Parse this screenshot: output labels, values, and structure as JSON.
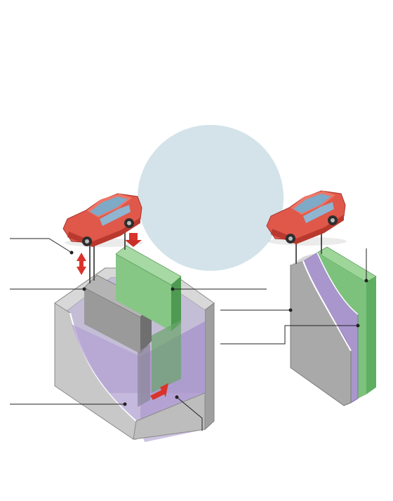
{
  "diagram": {
    "panels": [
      {
        "name": "battery-cutaway",
        "components": [
          "vehicle",
          "graphite-anode",
          "cathode",
          "electrolyte",
          "container",
          "ion-flow-arrow"
        ]
      },
      {
        "name": "layered-battery",
        "components": [
          "vehicle",
          "casing",
          "electrolyte-layer",
          "green-layer"
        ]
      }
    ],
    "leader_lines": 7
  },
  "colors": {
    "background": "#ffffff",
    "circle": "#d3e3e9",
    "car_body": "#e0584a",
    "car_shadow": "#b9392f",
    "car_window": "#7ea9c7",
    "tire": "#2e2e2e",
    "arrow_red": "#d9342b",
    "graphite": "#9c9c9c",
    "graphite_dark": "#6f6f6f",
    "green": "#7ac27a",
    "green_dark": "#4f9a52",
    "purple": "#a996cc",
    "purple_dark": "#8a73b6",
    "casing_light": "#d6d6d6",
    "casing_mid": "#b7b7b7",
    "casing_dark": "#8c8c8c",
    "line": "#222222"
  }
}
